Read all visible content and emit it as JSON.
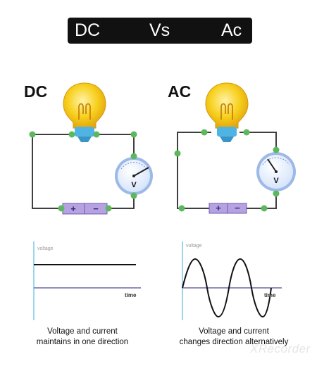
{
  "header": {
    "left": "DC",
    "mid": "Vs",
    "right": "Ac"
  },
  "dc": {
    "heading": "DC",
    "meter": "V",
    "battery_plus": "+",
    "battery_minus": "−",
    "graph_ylabel": "voltage",
    "graph_xlabel": "time",
    "caption_line1": "Voltage and current",
    "caption_line2": "maintains in one direction"
  },
  "ac": {
    "heading": "AC",
    "meter": "V",
    "battery_plus": "+",
    "battery_minus": "−",
    "graph_ylabel": "voltage",
    "graph_xlabel": "time",
    "caption_line1": "Voltage and current",
    "caption_line2": "changes direction alternatively"
  },
  "watermark": "XRecorder",
  "colors": {
    "wire": "#3f3f3f",
    "node": "#5cb85c",
    "bulb": "#f7cf1c",
    "bulb_base": "#4fb4e4",
    "meter_face": "#dde9fb",
    "meter_rim": "#9db9e8",
    "battery": "#b6a2e3",
    "axis_y": "#9bd6ee",
    "axis_x": "#6a6aa8"
  },
  "icons": [
    "light-bulb-icon",
    "voltmeter-icon",
    "battery-icon"
  ]
}
